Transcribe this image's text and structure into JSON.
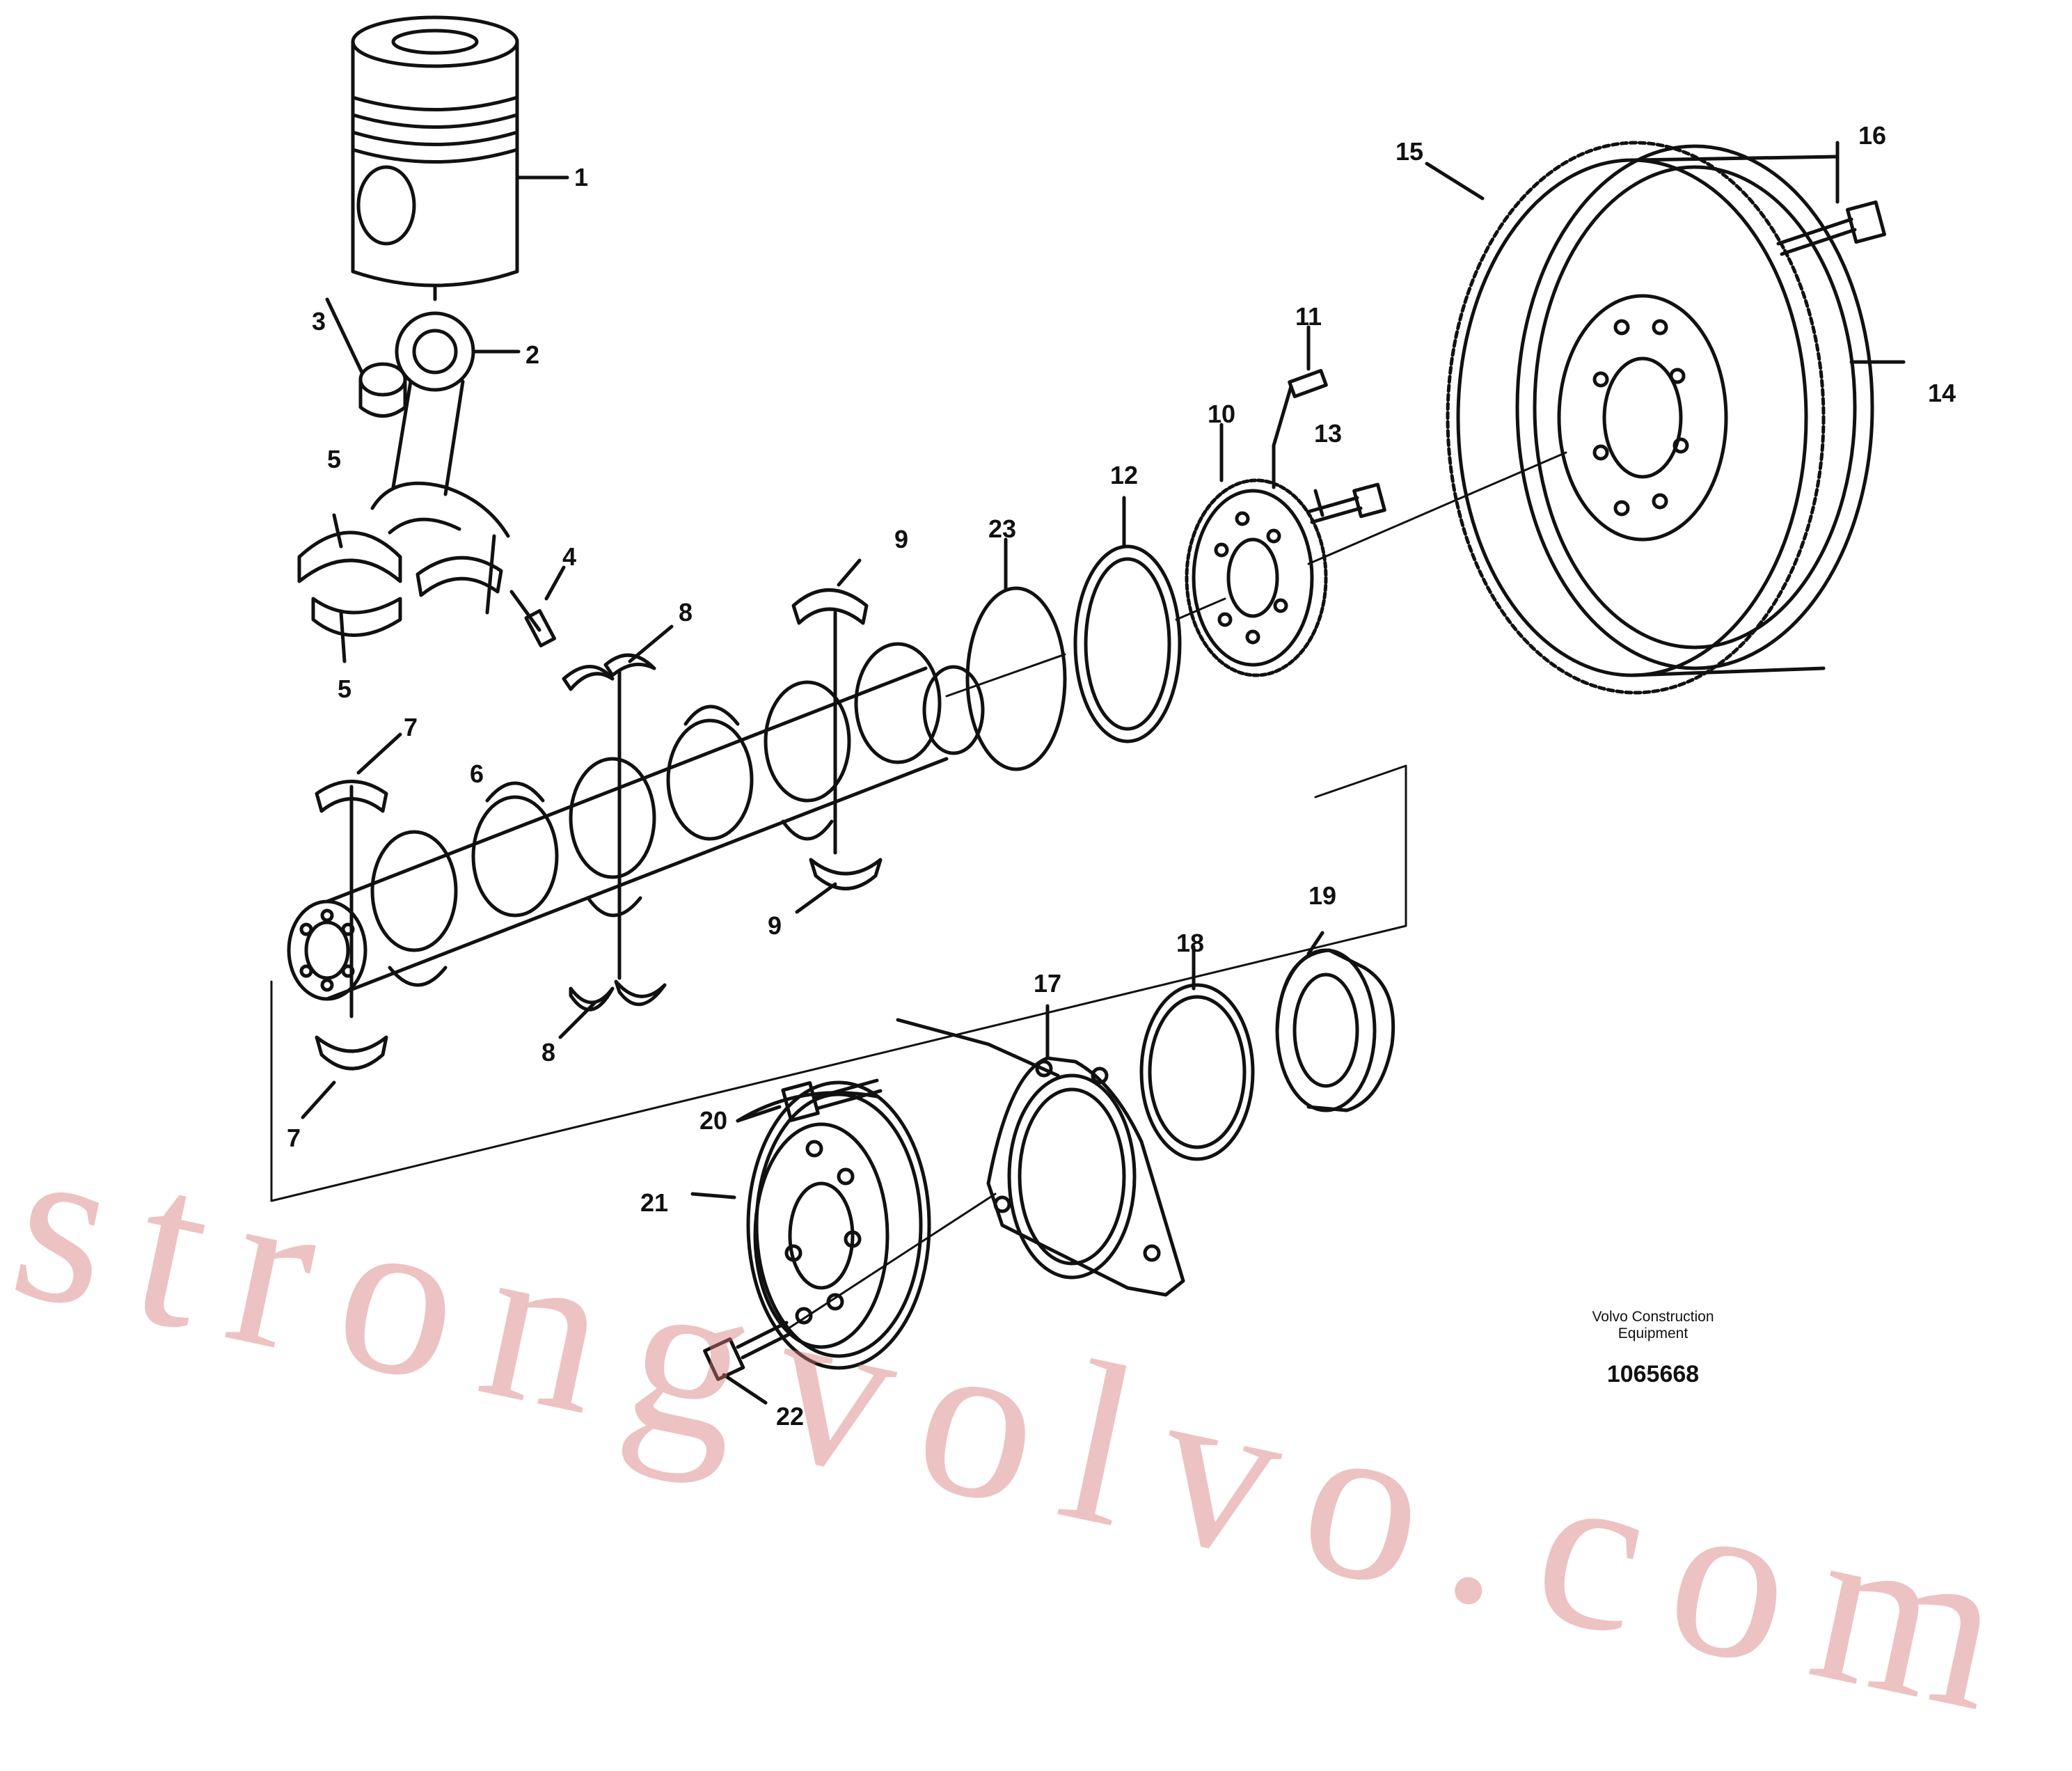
{
  "callouts": [
    {
      "id": "1",
      "label": "1"
    },
    {
      "id": "2",
      "label": "2"
    },
    {
      "id": "3",
      "label": "3"
    },
    {
      "id": "4",
      "label": "4"
    },
    {
      "id": "5a",
      "label": "5"
    },
    {
      "id": "5b",
      "label": "5"
    },
    {
      "id": "6",
      "label": "6"
    },
    {
      "id": "7a",
      "label": "7"
    },
    {
      "id": "7b",
      "label": "7"
    },
    {
      "id": "8a",
      "label": "8"
    },
    {
      "id": "8b",
      "label": "8"
    },
    {
      "id": "9a",
      "label": "9"
    },
    {
      "id": "9b",
      "label": "9"
    },
    {
      "id": "10",
      "label": "10"
    },
    {
      "id": "11",
      "label": "11"
    },
    {
      "id": "12",
      "label": "12"
    },
    {
      "id": "13",
      "label": "13"
    },
    {
      "id": "14",
      "label": "14"
    },
    {
      "id": "15",
      "label": "15"
    },
    {
      "id": "16",
      "label": "16"
    },
    {
      "id": "17",
      "label": "17"
    },
    {
      "id": "18",
      "label": "18"
    },
    {
      "id": "19",
      "label": "19"
    },
    {
      "id": "20",
      "label": "20"
    },
    {
      "id": "21",
      "label": "21"
    },
    {
      "id": "22",
      "label": "22"
    },
    {
      "id": "23",
      "label": "23"
    }
  ],
  "credit": {
    "line1": "Volvo Construction",
    "line2": "Equipment"
  },
  "drawing_number": "1065668",
  "watermark": "strongvolvo.com",
  "colors": {
    "line": "#111111",
    "watermark": "#d67878"
  }
}
